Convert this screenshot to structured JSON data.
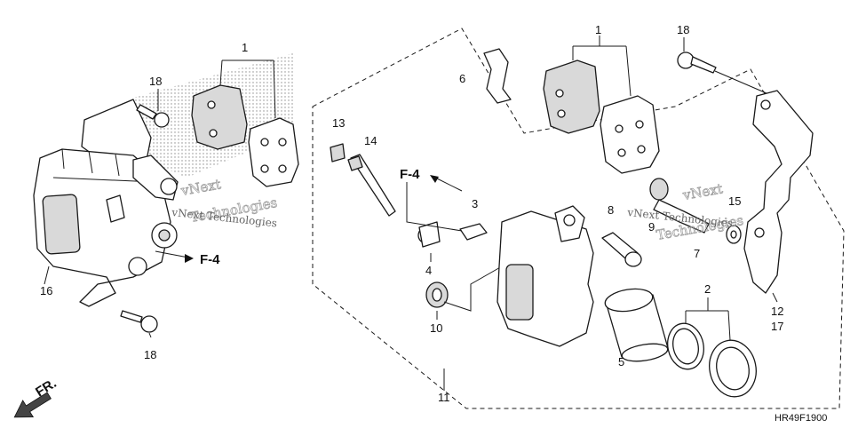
{
  "diagram_code": "HR49F1900",
  "front_arrow_label": "FR.",
  "reference_label": "F-4",
  "watermark_lines": [
    "vNext",
    "Technologies"
  ],
  "watermark_single": "vNext Technologies",
  "callouts": {
    "pad_set_left": "1",
    "pad_set_right": "1",
    "bolt_left_top": "18",
    "bolt_left_bottom": "18",
    "bolt_right_top": "18",
    "caliper_assembly": "16",
    "retainer_spring": "6",
    "bleeder_cap": "13",
    "pad_pin": "14",
    "bleeder_valve": "3",
    "bracket_bolt_set": "4",
    "pin_boot": "10",
    "caliper_body": "11",
    "slide_pin": "8",
    "pin_boot_right": "9",
    "boot_sleeve": "7",
    "boot_ring": "15",
    "piston": "5",
    "seal_set": "2",
    "bracket_a": "12",
    "bracket_b": "17"
  }
}
